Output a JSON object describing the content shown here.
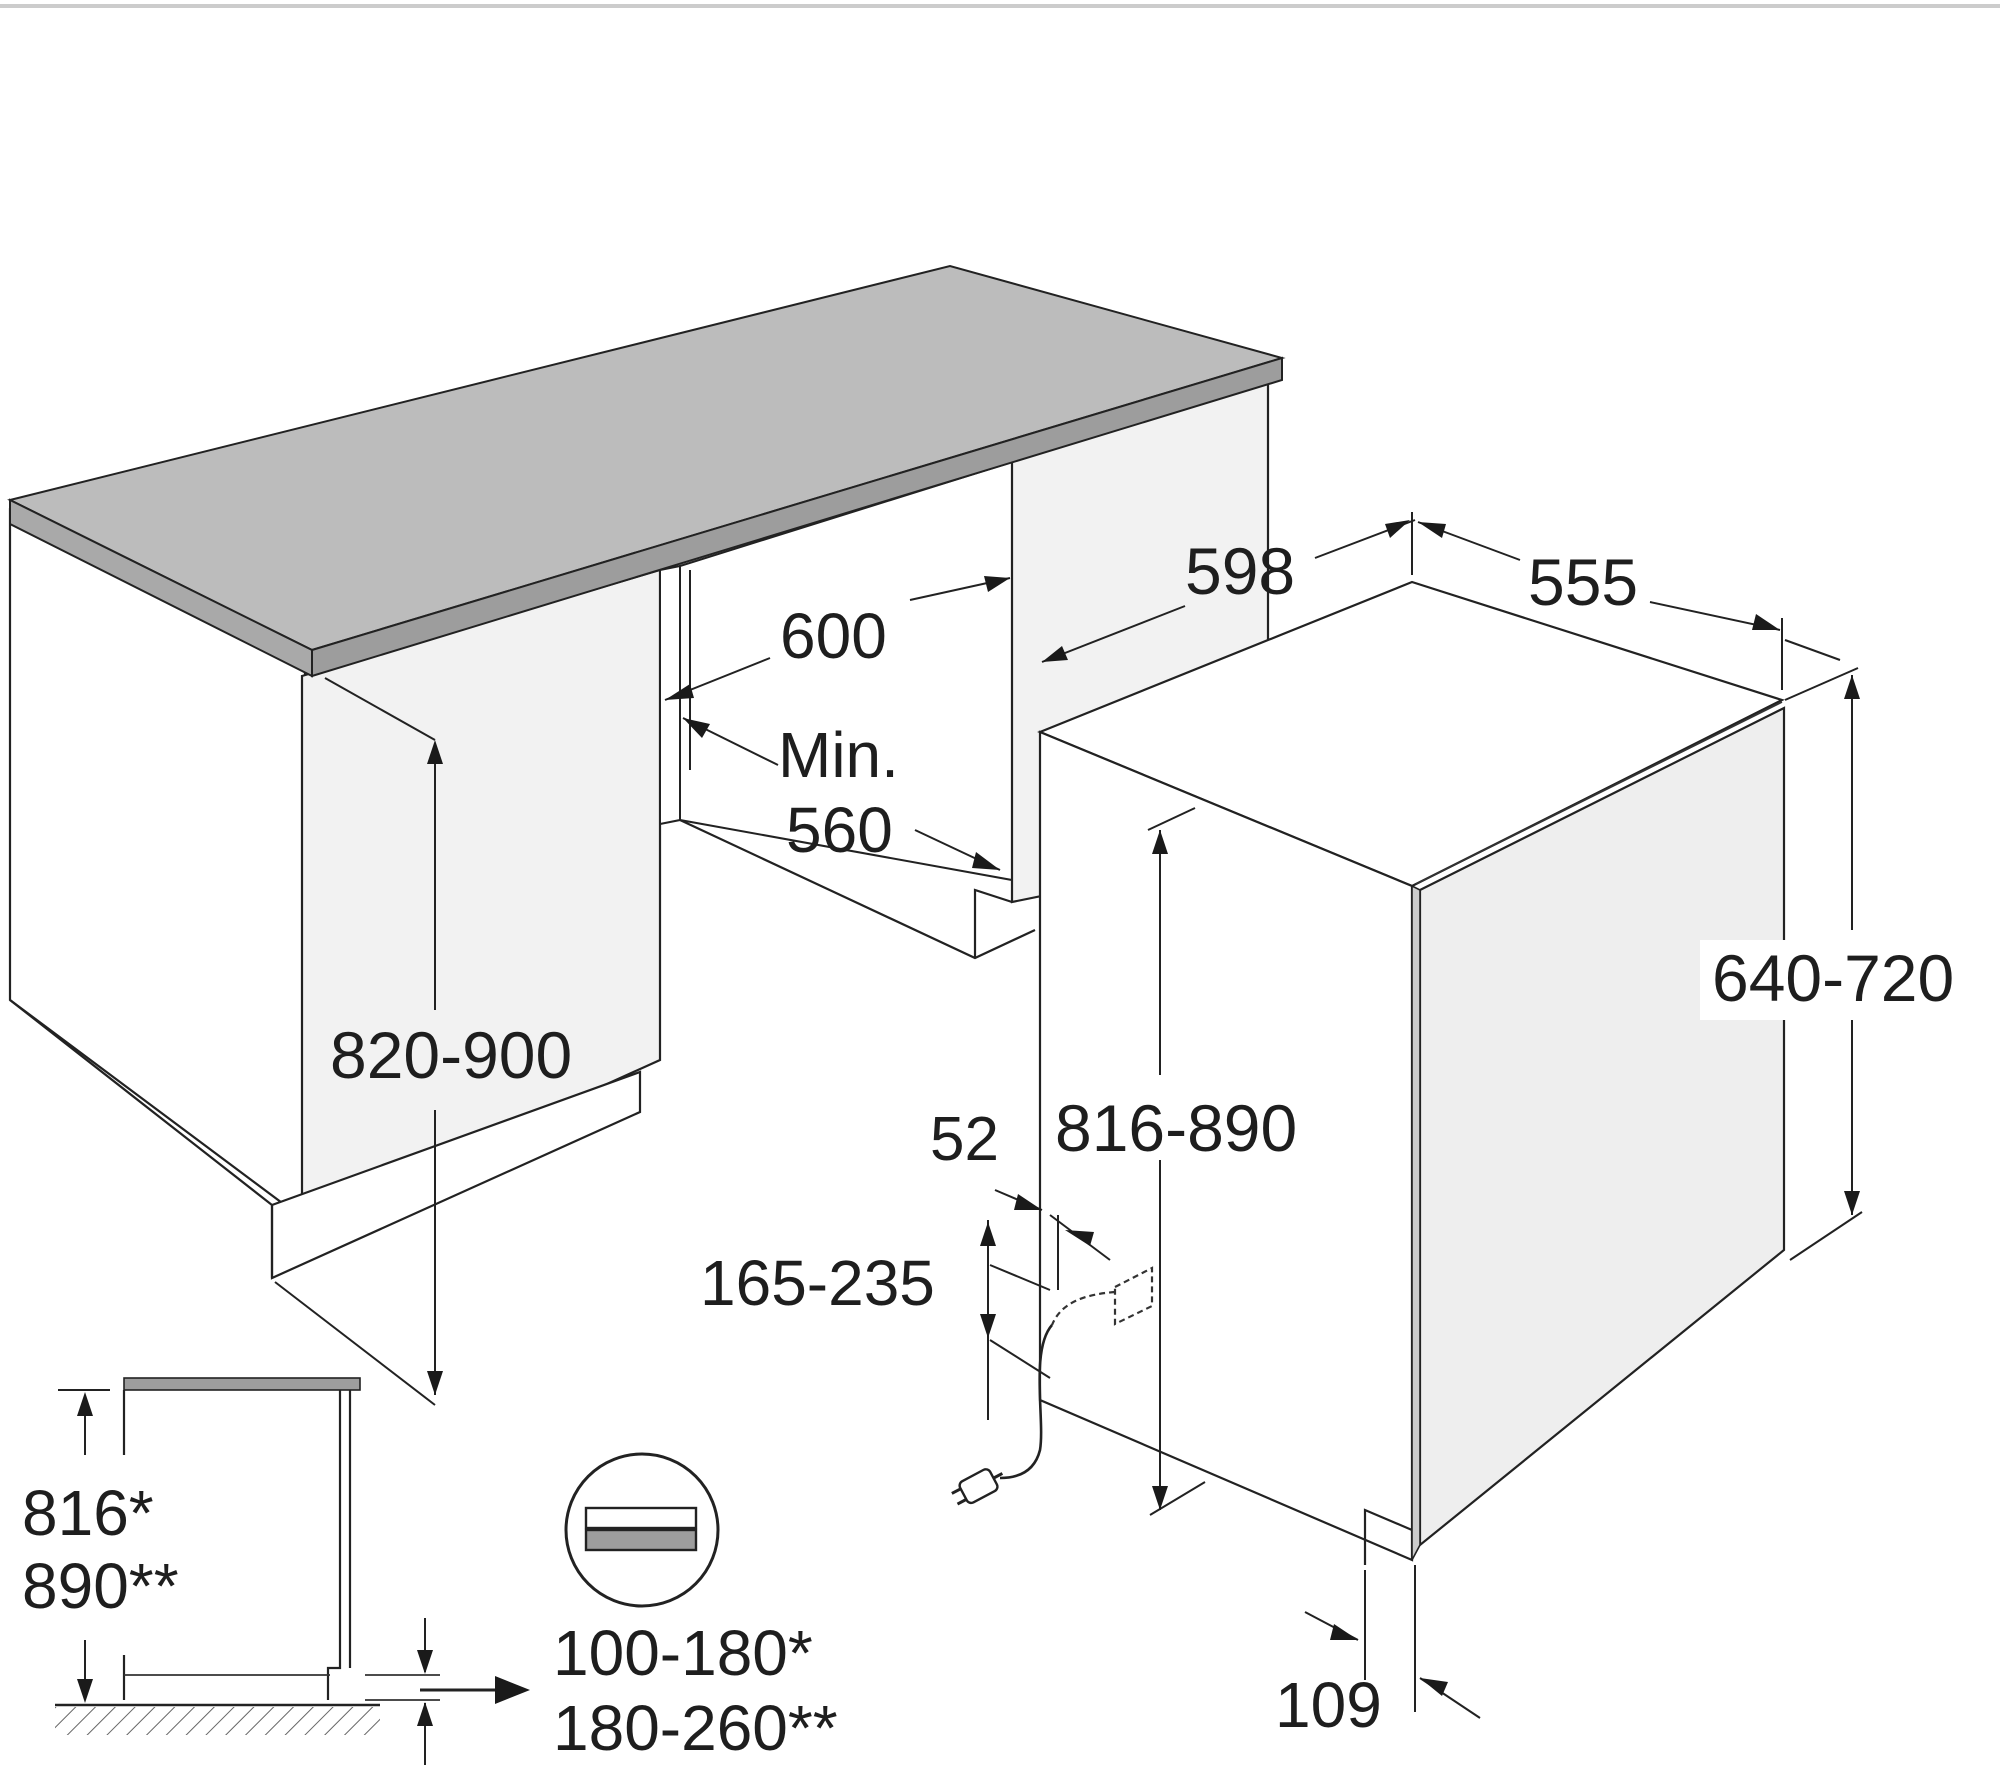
{
  "diagram": {
    "colors": {
      "countertop_top": "#bcbcbc",
      "countertop_edge": "#9d9d9d",
      "panel_fill": "#f2f2f2",
      "door_fill": "#eeeeee",
      "line": "#222222",
      "text": "#1e1e1e"
    },
    "labels": {
      "niche_width": "600",
      "min_label": "Min.",
      "min_value": "560",
      "height_range": "820-900",
      "appliance_width": "598",
      "appliance_depth": "555",
      "door_height": "640-720",
      "appliance_height": "816-890",
      "plinth_offset": "52",
      "connection_height": "165-235",
      "door_thickness": "109",
      "height_note_1": "816*",
      "height_note_2": "890**",
      "plinth_note_1": "100-180*",
      "plinth_note_2": "180-260**"
    }
  }
}
